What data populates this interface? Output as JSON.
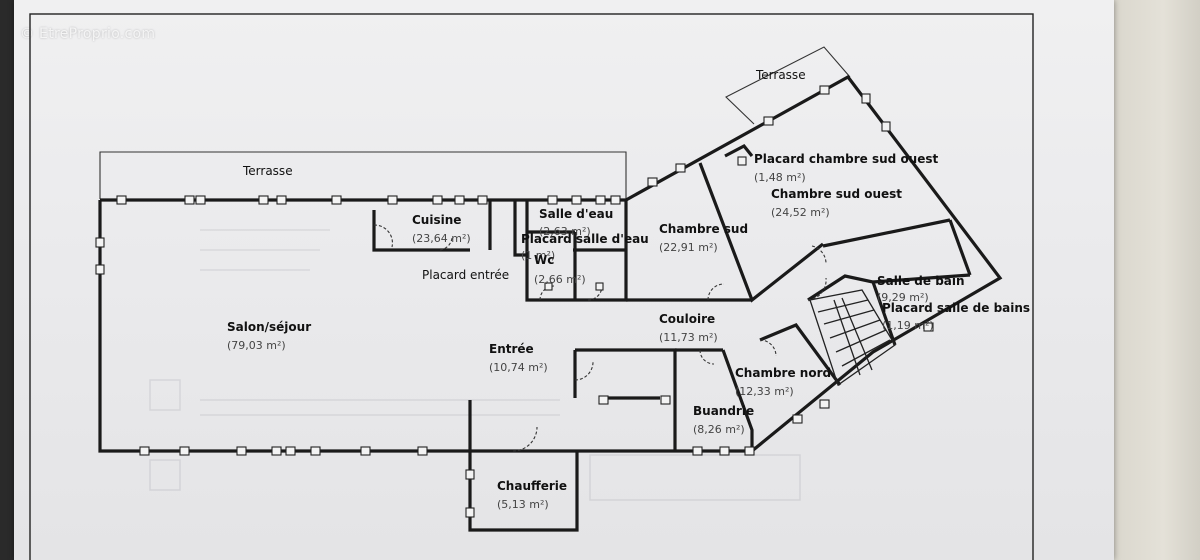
{
  "watermark": "© EtreProprio.com",
  "rooms": {
    "terrasse_left": {
      "label": "Terrasse"
    },
    "terrasse_top": {
      "label": "Terrasse"
    },
    "cuisine": {
      "label": "Cuisine",
      "area": "(23,64 m²)"
    },
    "salle_eau": {
      "label": "Salle d'eau",
      "area": "(2,63 m²)"
    },
    "placard_salle_eau": {
      "label": "Placard salle d'eau",
      "area": "(1 m²)"
    },
    "wc": {
      "label": "Wc",
      "area": "(2,66 m²)"
    },
    "placard_entree": {
      "label": "Placard entrée"
    },
    "chambre_sud": {
      "label": "Chambre sud",
      "area": "(22,91 m²)"
    },
    "placard_chambre_so": {
      "label": "Placard chambre sud ouest",
      "area": "(1,48 m²)"
    },
    "chambre_so": {
      "label": "Chambre sud ouest",
      "area": "(24,52 m²)"
    },
    "salle_bain": {
      "label": "Salle de bain",
      "area": "(9,29 m²)"
    },
    "placard_salle_bains": {
      "label": "Placard salle de bains",
      "area": "(1,19 m²)"
    },
    "salon": {
      "label": "Salon/séjour",
      "area": "(79,03 m²)"
    },
    "couloire": {
      "label": "Couloire",
      "area": "(11,73 m²)"
    },
    "entree": {
      "label": "Entrée",
      "area": "(10,74 m²)"
    },
    "chambre_nord": {
      "label": "Chambre nord",
      "area": "(12,33 m²)"
    },
    "buandrie": {
      "label": "Buandrie",
      "area": "(8,26 m²)"
    },
    "chaufferie": {
      "label": "Chaufferie",
      "area": "(5,13 m²)"
    }
  }
}
